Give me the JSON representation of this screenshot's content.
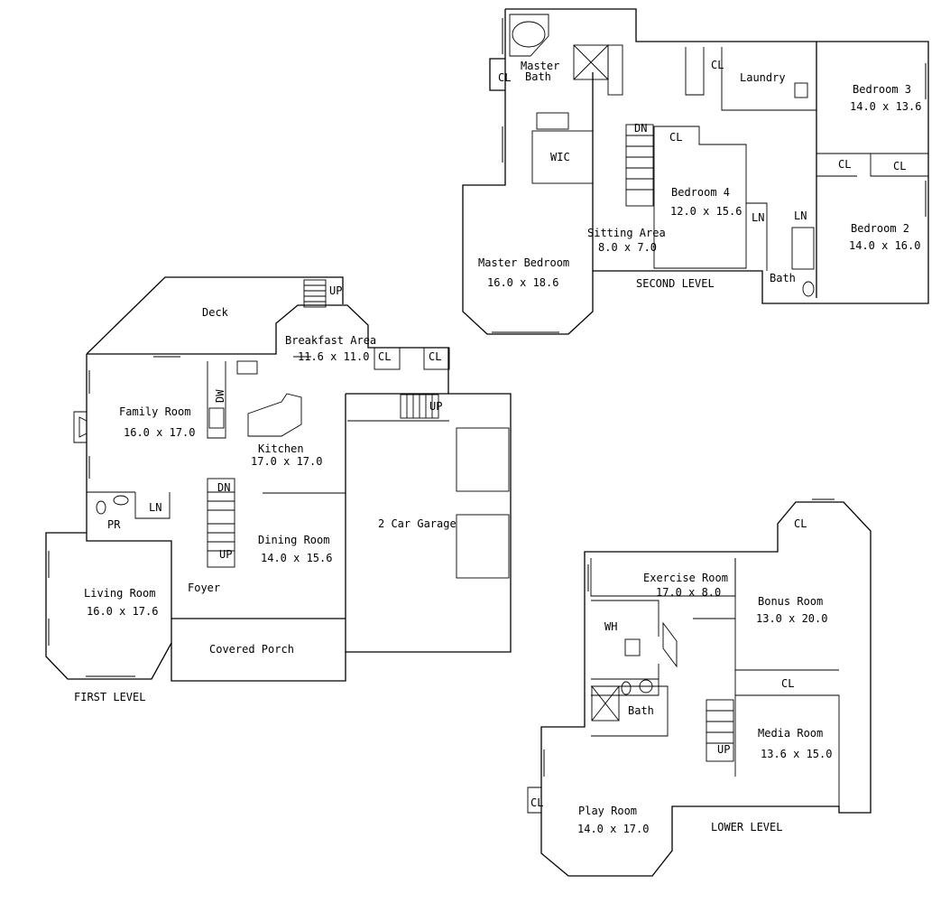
{
  "levels": {
    "first": {
      "title": "FIRST LEVEL",
      "deck": "Deck",
      "breakfast": {
        "name": "Breakfast Area",
        "size": "11.6 x 11.0"
      },
      "family": {
        "name": "Family Room",
        "size": "16.0 x 17.0"
      },
      "kitchen": {
        "name": "Kitchen",
        "size": "17.0 x 17.0"
      },
      "dining": {
        "name": "Dining Room",
        "size": "14.0 x 15.6"
      },
      "living": {
        "name": "Living Room",
        "size": "16.0 x 17.6"
      },
      "foyer": "Foyer",
      "porch": "Covered Porch",
      "garage": "2 Car Garage",
      "pr": "PR",
      "ln": "LN",
      "dw": "DW",
      "cl1": "CL",
      "cl2": "CL",
      "up_deck": "UP",
      "up_garage": "UP",
      "dn": "DN",
      "up_stair": "UP"
    },
    "second": {
      "title": "SECOND LEVEL",
      "master_bath": {
        "line1": "Master",
        "line2": "Bath"
      },
      "wic": "WIC",
      "laundry": "Laundry",
      "bedroom3": {
        "name": "Bedroom 3",
        "size": "14.0 x 13.6"
      },
      "bedroom4": {
        "name": "Bedroom 4",
        "size": "12.0 x 15.6"
      },
      "bedroom2": {
        "name": "Bedroom 2",
        "size": "14.0 x 16.0"
      },
      "sitting": {
        "name": "Sitting Area",
        "size": "8.0 x 7.0"
      },
      "master_bed": {
        "name": "Master Bedroom",
        "size": "16.0 x 18.6"
      },
      "bath": "Bath",
      "cl_mb": "CL",
      "cl_laundry": "CL",
      "cl_bed4": "CL",
      "cl_bed3": "CL",
      "cl_bed2": "CL",
      "ln1": "LN",
      "ln2": "LN",
      "dn": "DN"
    },
    "lower": {
      "title": "LOWER LEVEL",
      "exercise": {
        "name": "Exercise Room",
        "size": "17.0 x 8.0"
      },
      "bonus": {
        "name": "Bonus Room",
        "size": "13.0 x 20.0"
      },
      "wh": "WH",
      "bath": "Bath",
      "media": {
        "name": "Media Room",
        "size": "13.6 x 15.0"
      },
      "play": {
        "name": "Play Room",
        "size": "14.0 x 17.0"
      },
      "cl_top": "CL",
      "cl_mid": "CL",
      "cl_left": "CL",
      "up": "UP"
    }
  }
}
